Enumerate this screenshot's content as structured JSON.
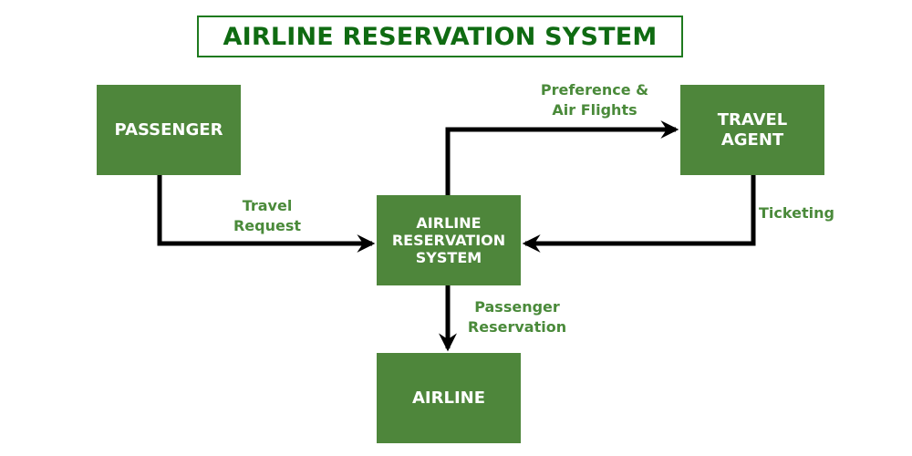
{
  "title": "AIRLINE RESERVATION SYSTEM",
  "colors": {
    "node_fill": "#4e863b",
    "node_text": "#ffffff",
    "title_text": "#0f6b12",
    "edge_label": "#4a8a3a",
    "edge": "#000000"
  },
  "nodes": {
    "passenger": {
      "lines": [
        "PASSENGER"
      ]
    },
    "ars": {
      "lines": [
        "AIRLINE",
        "RESERVATION",
        "SYSTEM"
      ]
    },
    "agent": {
      "lines": [
        "TRAVEL",
        "AGENT"
      ]
    },
    "airline": {
      "lines": [
        "AIRLINE"
      ]
    }
  },
  "edges": {
    "travel_request": {
      "from": "PASSENGER",
      "to": "AIRLINE RESERVATION SYSTEM",
      "lines": [
        "Travel",
        "Request"
      ]
    },
    "preference": {
      "from": "AIRLINE RESERVATION SYSTEM",
      "to": "TRAVEL AGENT",
      "lines": [
        "Preference &",
        "Air Flights"
      ]
    },
    "ticketing": {
      "from": "TRAVEL AGENT",
      "to": "AIRLINE RESERVATION SYSTEM",
      "lines": [
        "Ticketing"
      ]
    },
    "passenger_reservation": {
      "from": "AIRLINE RESERVATION SYSTEM",
      "to": "AIRLINE",
      "lines": [
        "Passenger",
        "Reservation"
      ]
    }
  }
}
